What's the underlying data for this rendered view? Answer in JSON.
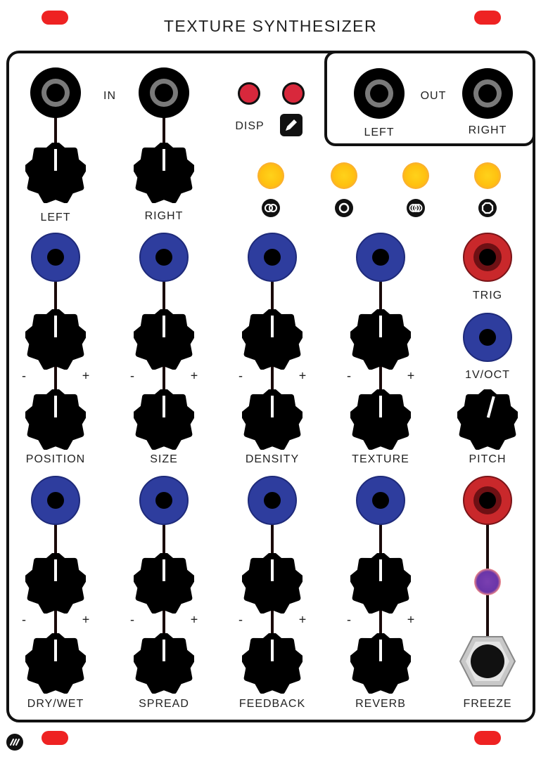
{
  "module": {
    "title": "TEXTURE SYNTHESIZER"
  },
  "io": {
    "in_label": "IN",
    "out_label": "OUT",
    "in_left": "LEFT",
    "in_right": "RIGHT",
    "out_left": "LEFT",
    "out_right": "RIGHT"
  },
  "display": {
    "label": "DISP"
  },
  "controls": {
    "position": "POSITION",
    "size": "SIZE",
    "density": "DENSITY",
    "texture": "TEXTURE",
    "pitch": "PITCH",
    "trig": "TRIG",
    "voct": "1V/OCT",
    "drywet": "DRY/WET",
    "spread": "SPREAD",
    "feedback": "FEEDBACK",
    "reverb": "REVERB",
    "freeze": "FREEZE"
  },
  "signs": {
    "minus": "-",
    "plus": "+"
  },
  "colors": {
    "mount_hole": "#ee2222",
    "cv_jack": "#2e3d9e",
    "trig_jack": "#c9282b",
    "led": "#ffc010",
    "freeze_led": "#6a35a8",
    "knob": "#000000"
  },
  "icons": {
    "edit": "pencil-icon",
    "modes": [
      "dual-ring-icon",
      "ring-icon",
      "triple-ring-icon",
      "octagon-icon"
    ]
  }
}
